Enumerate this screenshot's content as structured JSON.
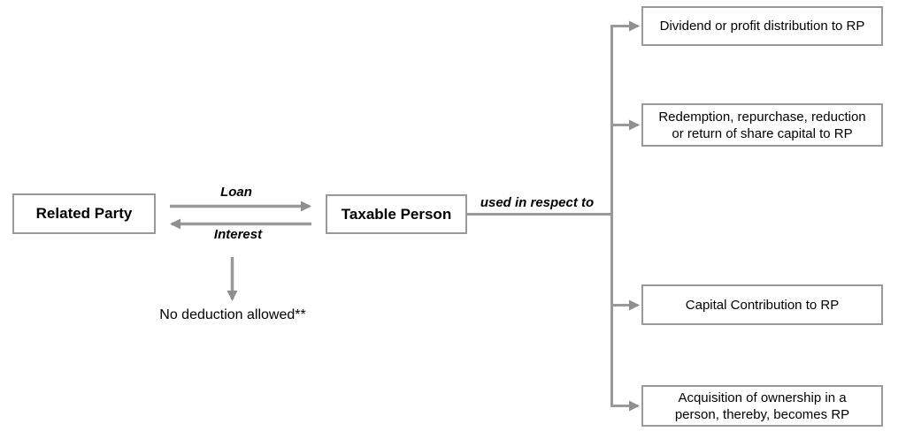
{
  "diagram": {
    "nodes": {
      "related_party": {
        "label": "Related Party"
      },
      "taxable_person": {
        "label": "Taxable Person"
      }
    },
    "flows": {
      "loan_label": "Loan",
      "interest_label": "Interest",
      "used_in_respect_label": "used in respect to",
      "no_deduction_label": "No deduction allowed**"
    },
    "outcomes": [
      {
        "label": "Dividend or profit distribution to RP"
      },
      {
        "label": "Redemption, repurchase, reduction or return of share capital to RP"
      },
      {
        "label": "Capital Contribution to RP"
      },
      {
        "label": "Acquisition of ownership in a person, thereby, becomes RP"
      }
    ],
    "colors": {
      "line": "#999999",
      "arrowhead": "#8f8f8f",
      "box_border": "#999999",
      "text": "#000000",
      "background": "#ffffff"
    }
  }
}
